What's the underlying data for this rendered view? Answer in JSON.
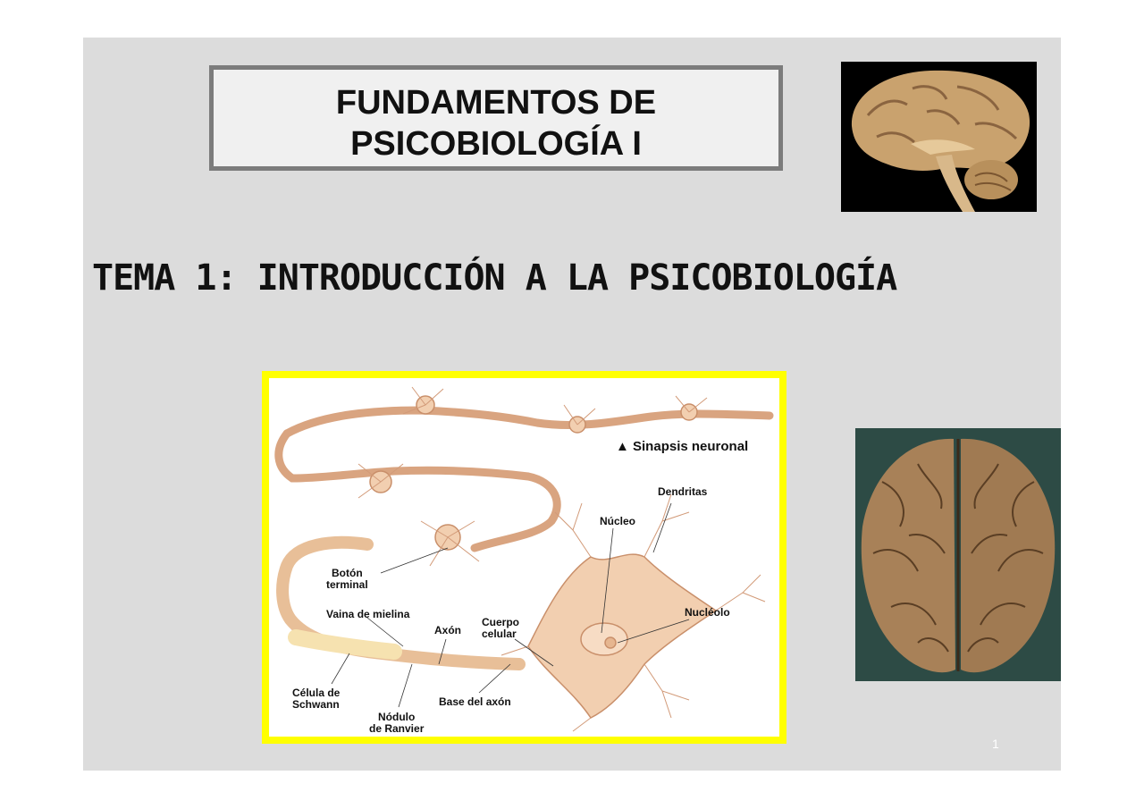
{
  "title": {
    "line1": "FUNDAMENTOS DE",
    "line2": "PSICOBIOLOGÍA I"
  },
  "subtitle": "TEMA 1: INTRODUCCIÓN A LA PSICOBIOLOGÍA",
  "neuron_labels": {
    "sinapsis": "▲ Sinapsis neuronal",
    "dendritas": "Dendritas",
    "nucleo": "Núcleo",
    "boton_1": "Botón",
    "boton_2": "terminal",
    "vaina": "Vaina de mielina",
    "axon": "Axón",
    "cuerpo_1": "Cuerpo",
    "cuerpo_2": "celular",
    "nucleolo": "Nucléolo",
    "celula_1": "Célula de",
    "celula_2": "Schwann",
    "base_axon": "Base del axón",
    "nodulo_1": "Nódulo",
    "nodulo_2": "de Ranvier"
  },
  "page_number": "1",
  "colors": {
    "slide_bg": "#dcdcdc",
    "frame": "#ffff00",
    "title_border": "#7c7c7c",
    "neuron": "#f2cfb0"
  }
}
